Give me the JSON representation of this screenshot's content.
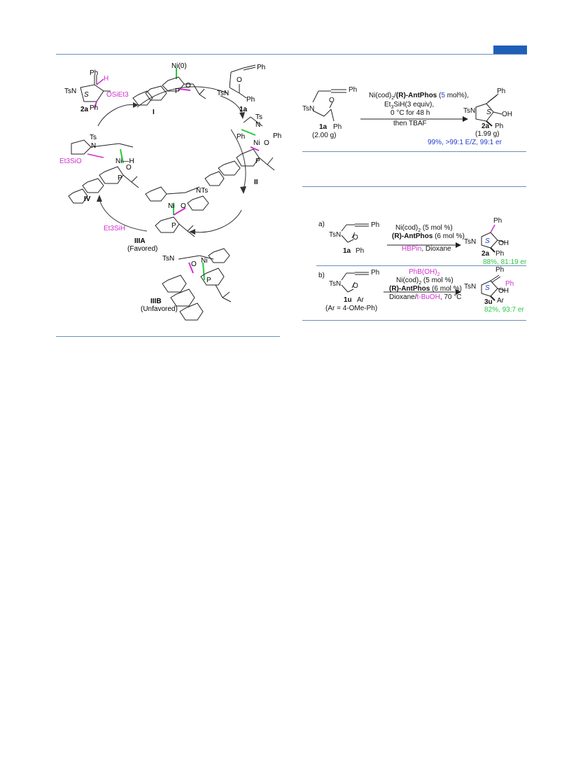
{
  "cycle": {
    "catalyst_I": {
      "metal": "Ni(0)",
      "label": "I"
    },
    "substrate": {
      "label": "1a",
      "n_group": "TsN",
      "ketone_group": "Ph"
    },
    "intermediate_II": {
      "label": "II",
      "metal": "Ni",
      "ts": "Ts",
      "ph": "Ph"
    },
    "intermediate_IIIA": {
      "label": "IIIA",
      "note": "(Favored)",
      "metal": "Ni",
      "ring_n": "NTs"
    },
    "intermediate_IIIB": {
      "label": "IIIB",
      "note": "(Unfavored)",
      "ring_n": "TsN",
      "metal": "Ni"
    },
    "intermediate_IV": {
      "label": "IV",
      "ts": "Ts",
      "metal_h": "Ni—H",
      "silyloxy": "Et3SiO"
    },
    "product_2a": {
      "label": "2a",
      "stereo": "S",
      "alkene_h": "H",
      "osi": "OSiEt3",
      "ph_top": "Ph",
      "ph": "Ph",
      "n_group": "TsN"
    },
    "reagent": "Et3SiH"
  },
  "scheme_top": {
    "start": {
      "label": "1a",
      "mass": "(2.00 g)",
      "n_group": "TsN",
      "ph": "Ph",
      "alkyne_ph": "Ph"
    },
    "conditions": {
      "line1_pre": "Ni(cod)",
      "line1_sub": "2",
      "line1_slash": "/",
      "line1_ligand": "(R)-AntPhos",
      "line1_open": " (",
      "line1_loading": "5",
      "line1_close": " mol%),",
      "line2_pre": "Et",
      "line2_sub": "3",
      "line2_post": "SiH(3 equiv),",
      "line3": "0 °C for 48 h",
      "line4": "then TBAF"
    },
    "product": {
      "label": "2a",
      "mass": "(1.99 g)",
      "stereo": "S",
      "oh": "OH",
      "ph": "Ph",
      "ph_top": "Ph",
      "n_group": "TsN"
    },
    "result": "99%,  >99:1 E/Z, 99:1 er"
  },
  "scheme_a": {
    "tag": "a)",
    "start": {
      "label": "1a",
      "n_group": "TsN",
      "ph": "Ph",
      "alkyne_ph": "Ph"
    },
    "conditions": {
      "line1_pre": "Ni(cod)",
      "line1_sub": "2",
      "line1_post": "  (5 mol %)",
      "line2_ligand": "(R)-AntPhos",
      "line2_post": " (6 mol %)",
      "line3_reagent": "HBPin",
      "line3_post": ", Dioxane"
    },
    "product": {
      "label": "2a",
      "stereo": "S",
      "oh": "OH",
      "ph": "Ph",
      "ph_top": "Ph",
      "n_group": "TsN"
    },
    "result": "88%, 81:19 er"
  },
  "scheme_b": {
    "tag": "b)",
    "start": {
      "label": "1u",
      "note": "(Ar = 4-OMe-Ph)",
      "n_group": "TsN",
      "ar": "Ar",
      "alkyne_ph": "Ph"
    },
    "conditions": {
      "line1_pre": "PhB(OH)",
      "line1_sub": "2",
      "line2_pre": "Ni(cod)",
      "line2_sub": "2",
      "line2_post": " (5 mol %)",
      "line3_ligand": "(R)-AntPhos",
      "line3_post": " (6 mol %)",
      "line4_pre": "Dioxane/",
      "line4_reagent": "t-BuOH",
      "line4_post": ", 70 °C"
    },
    "product": {
      "label": "3u",
      "stereo": "S",
      "oh": "OH",
      "ar": "Ar",
      "ph_top": "Ph",
      "ph_mag": "Ph",
      "n_group": "TsN"
    },
    "result": "82%, 93:7 er"
  },
  "colors": {
    "rule": "#6b8fb8",
    "header_box": "#1f5fb8",
    "blue": "#1f3ad1",
    "green": "#27c93f",
    "magenta": "#d12fd1"
  }
}
